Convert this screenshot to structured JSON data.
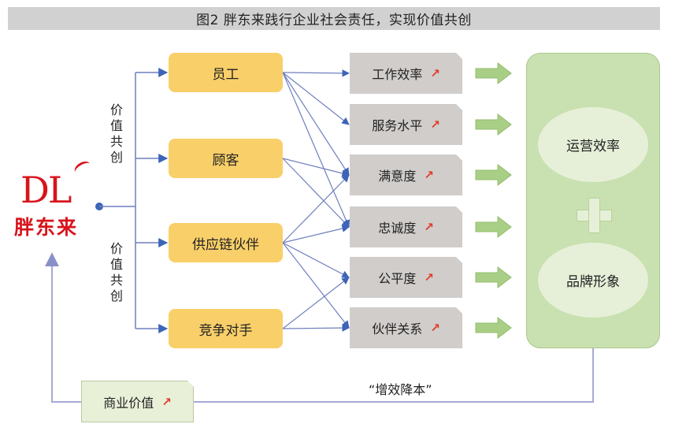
{
  "title": "图2  胖东来践行企业社会责任，实现价值共创",
  "logo": {
    "letters": "DL",
    "name": "胖东来",
    "color": "#d8141b"
  },
  "side_labels": [
    "价值共创",
    "价值共创"
  ],
  "stakeholders": [
    {
      "id": "employee",
      "label": "员工"
    },
    {
      "id": "customer",
      "label": "顾客"
    },
    {
      "id": "supply_partner",
      "label": "供应链伙伴"
    },
    {
      "id": "competitor",
      "label": "竞争对手"
    }
  ],
  "outcomes": [
    {
      "id": "work_efficiency",
      "label": "工作效率",
      "trend": "up"
    },
    {
      "id": "service_level",
      "label": "服务水平",
      "trend": "up"
    },
    {
      "id": "satisfaction",
      "label": "满意度",
      "trend": "up"
    },
    {
      "id": "loyalty",
      "label": "忠诚度",
      "trend": "up"
    },
    {
      "id": "fairness",
      "label": "公平度",
      "trend": "up"
    },
    {
      "id": "partnership",
      "label": "伙伴关系",
      "trend": "up"
    }
  ],
  "links": [
    [
      "employee",
      "work_efficiency"
    ],
    [
      "employee",
      "service_level"
    ],
    [
      "employee",
      "satisfaction"
    ],
    [
      "employee",
      "loyalty"
    ],
    [
      "customer",
      "satisfaction"
    ],
    [
      "customer",
      "loyalty"
    ],
    [
      "supply_partner",
      "satisfaction"
    ],
    [
      "supply_partner",
      "loyalty"
    ],
    [
      "supply_partner",
      "fairness"
    ],
    [
      "supply_partner",
      "partnership"
    ],
    [
      "competitor",
      "fairness"
    ],
    [
      "competitor",
      "partnership"
    ]
  ],
  "results": {
    "top": "运营效率",
    "bottom": "品牌形象",
    "operator": "+"
  },
  "feedback": {
    "label": "商业价值",
    "trend": "up",
    "slogan": "“增效降本”"
  },
  "trend_glyph": "↗",
  "colors": {
    "stakeholder_fill": "#f9cf69",
    "outcome_fill": "#d0cdcb",
    "result_fill": "#c9e0b0",
    "link_line": "#6f7fbf",
    "arrowhead": "#3d64b8",
    "up_arrow": "#e23b2a",
    "block_arrow": "#a9cf86"
  }
}
